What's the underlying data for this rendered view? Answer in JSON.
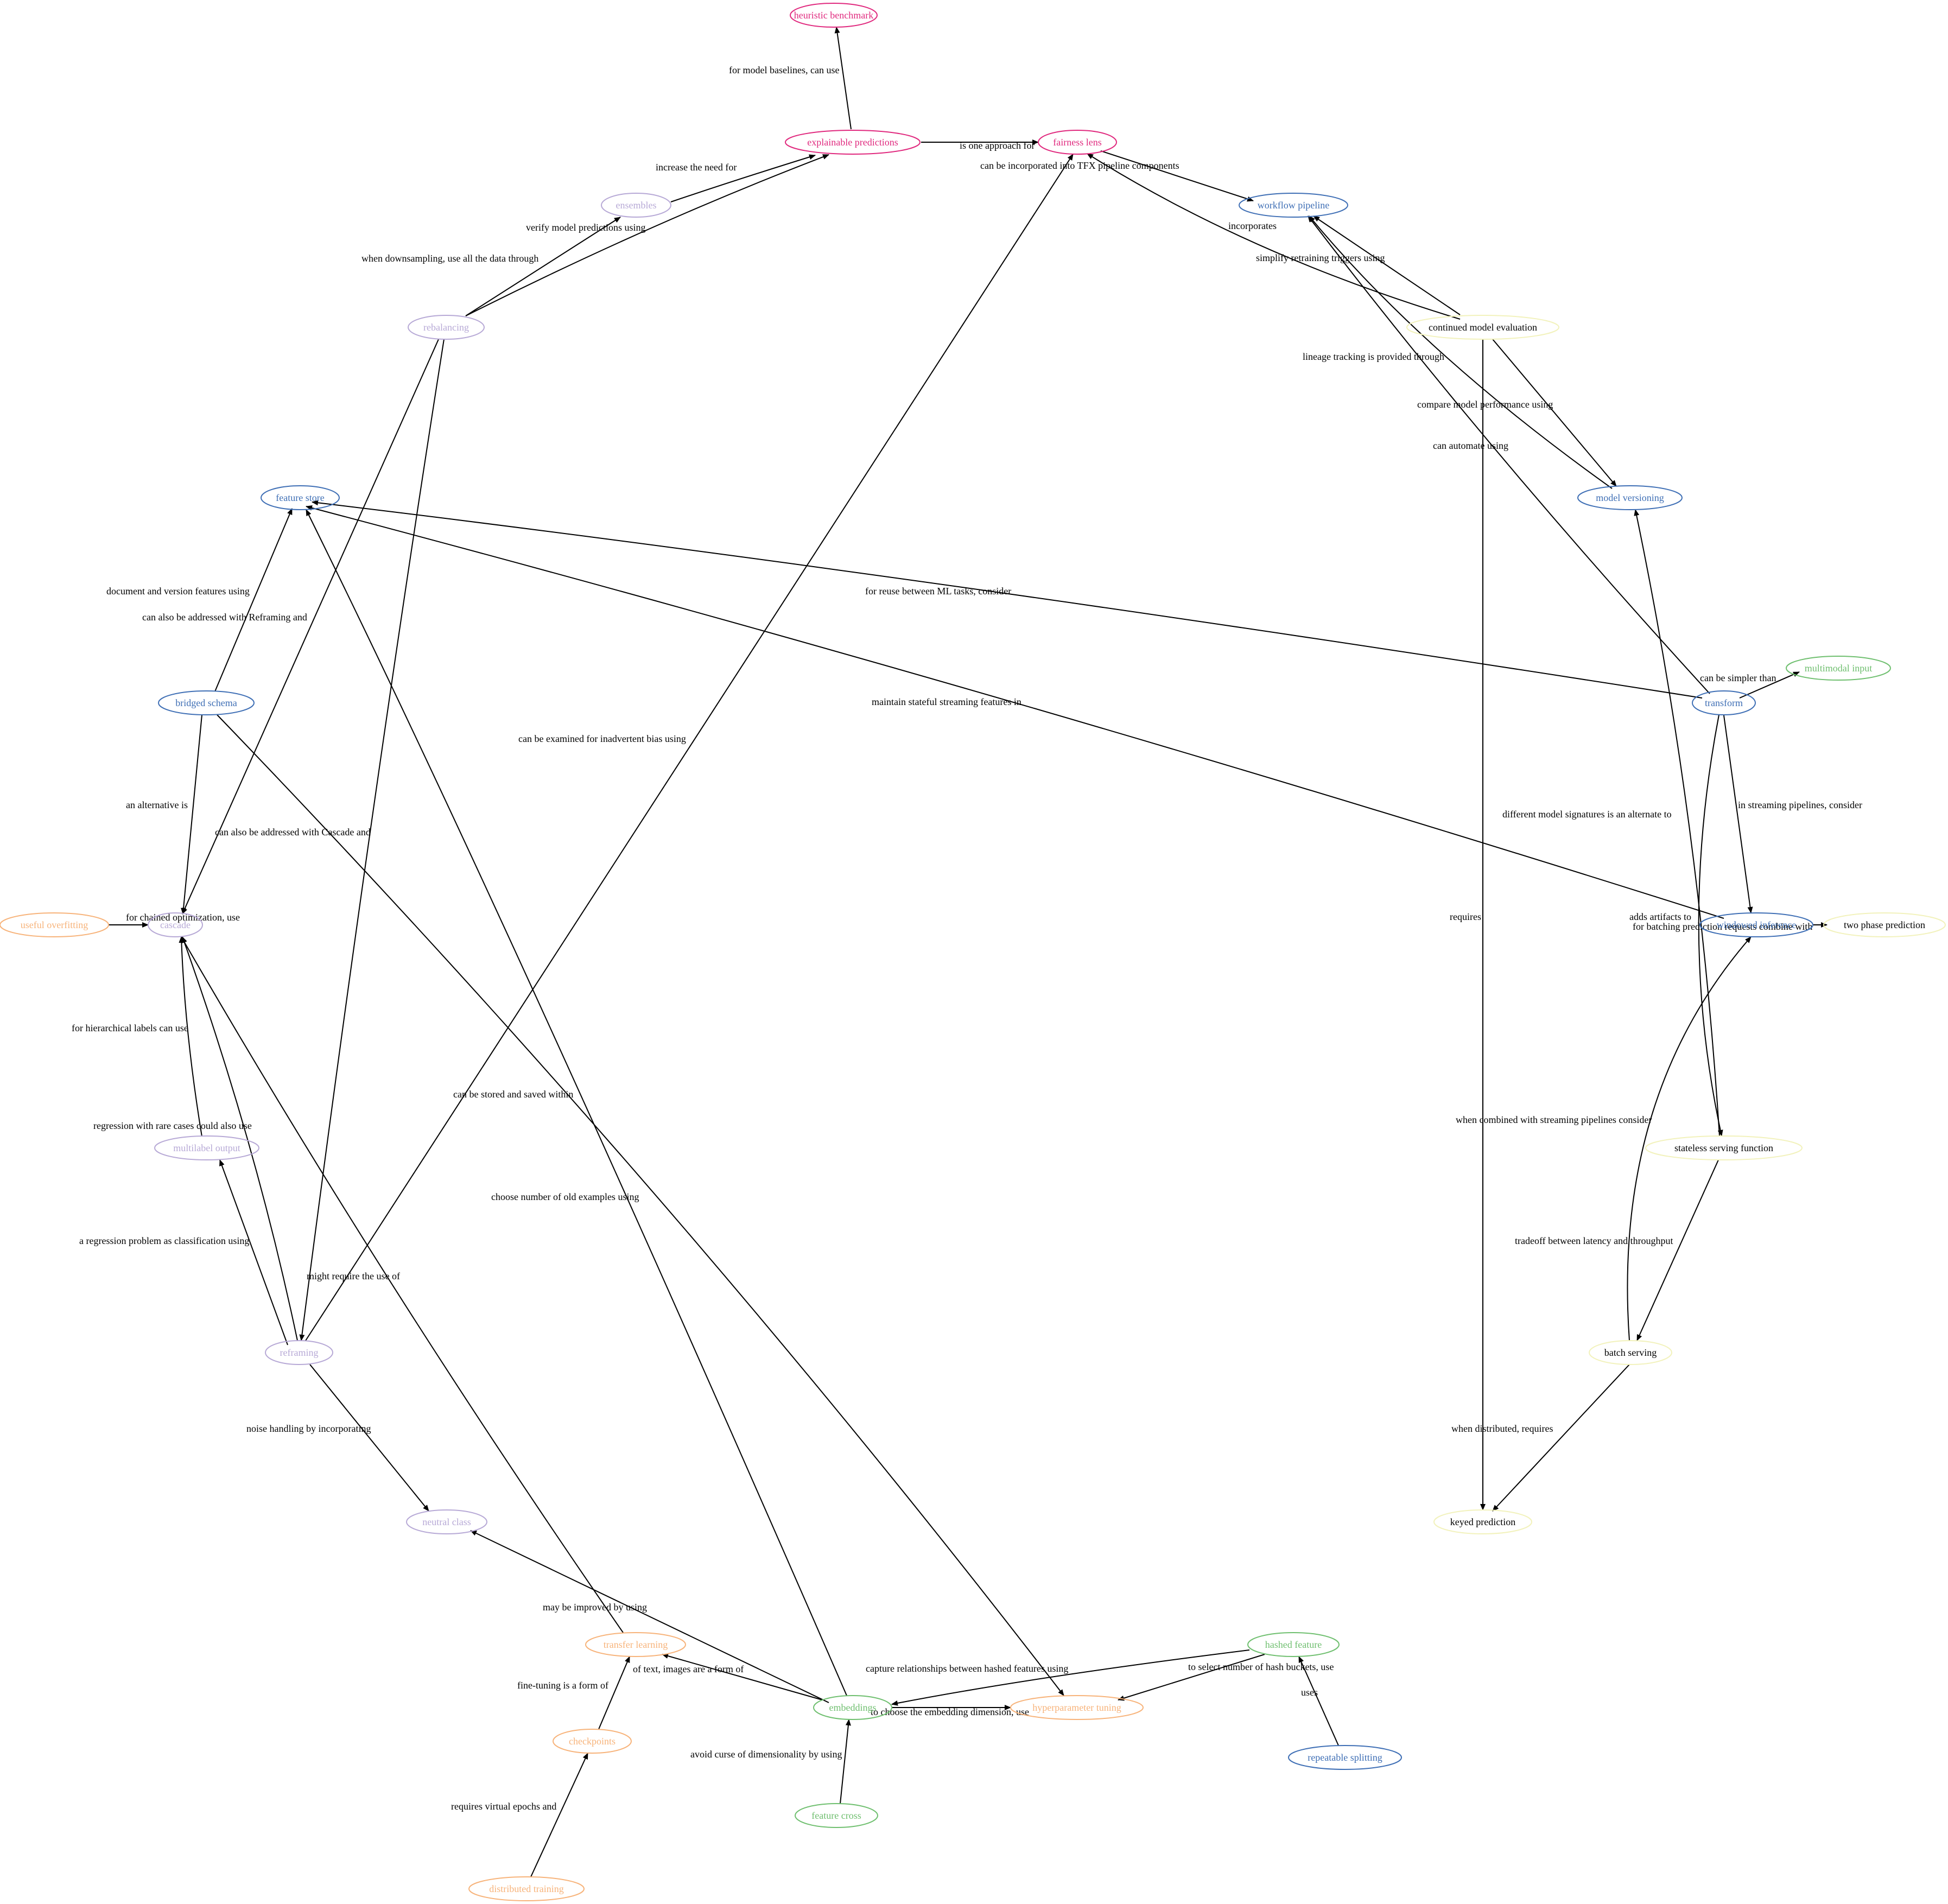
{
  "colors": {
    "pink": "#e0297e",
    "blue": "#3f6fb5",
    "lavender": "#b7a9d6",
    "green": "#6fbf6f",
    "orange": "#f7b37a",
    "yellow": "#f2f2bc",
    "edge": "#000000"
  },
  "nodes": [
    {
      "id": "heuristic-benchmark",
      "label": "heuristic benchmark",
      "group": "pink"
    },
    {
      "id": "explainable-predictions",
      "label": "explainable predictions",
      "group": "pink"
    },
    {
      "id": "fairness-lens",
      "label": "fairness lens",
      "group": "pink"
    },
    {
      "id": "workflow-pipeline",
      "label": "workflow pipeline",
      "group": "blue"
    },
    {
      "id": "ensembles",
      "label": "ensembles",
      "group": "lavender"
    },
    {
      "id": "rebalancing",
      "label": "rebalancing",
      "group": "lavender"
    },
    {
      "id": "continued-model-evaluation",
      "label": "continued model evaluation",
      "group": "yellow"
    },
    {
      "id": "feature-store",
      "label": "feature store",
      "group": "blue"
    },
    {
      "id": "model-versioning",
      "label": "model versioning",
      "group": "blue"
    },
    {
      "id": "multimodal-input",
      "label": "multimodal input",
      "group": "green"
    },
    {
      "id": "bridged-schema",
      "label": "bridged schema",
      "group": "blue"
    },
    {
      "id": "transform",
      "label": "transform",
      "group": "blue"
    },
    {
      "id": "useful-overfitting",
      "label": "useful overfitting",
      "group": "orange"
    },
    {
      "id": "cascade",
      "label": "cascade",
      "group": "lavender"
    },
    {
      "id": "windowed-inference",
      "label": "windowed inference",
      "group": "blue"
    },
    {
      "id": "two-phase-prediction",
      "label": "two phase prediction",
      "group": "yellow"
    },
    {
      "id": "multilabel-output",
      "label": "multilabel output",
      "group": "lavender"
    },
    {
      "id": "stateless-serving-function",
      "label": "stateless serving function",
      "group": "yellow"
    },
    {
      "id": "reframing",
      "label": "reframing",
      "group": "lavender"
    },
    {
      "id": "batch-serving",
      "label": "batch serving",
      "group": "yellow"
    },
    {
      "id": "neutral-class",
      "label": "neutral class",
      "group": "lavender"
    },
    {
      "id": "keyed-prediction",
      "label": "keyed prediction",
      "group": "yellow"
    },
    {
      "id": "transfer-learning",
      "label": "transfer learning",
      "group": "orange"
    },
    {
      "id": "hashed-feature",
      "label": "hashed feature",
      "group": "green"
    },
    {
      "id": "embeddings",
      "label": "embeddings",
      "group": "green"
    },
    {
      "id": "hyperparameter-tuning",
      "label": "hyperparameter tuning",
      "group": "orange"
    },
    {
      "id": "checkpoints",
      "label": "checkpoints",
      "group": "orange"
    },
    {
      "id": "repeatable-splitting",
      "label": "repeatable splitting",
      "group": "blue"
    },
    {
      "id": "feature-cross",
      "label": "feature cross",
      "group": "green"
    },
    {
      "id": "distributed-training",
      "label": "distributed training",
      "group": "orange"
    }
  ],
  "edges": [
    {
      "from": "explainable-predictions",
      "to": "heuristic-benchmark",
      "label": "for model baselines, can use"
    },
    {
      "from": "explainable-predictions",
      "to": "fairness-lens",
      "label": "is one approach for"
    },
    {
      "from": "ensembles",
      "to": "explainable-predictions",
      "label": "increase the need for"
    },
    {
      "from": "rebalancing",
      "to": "ensembles",
      "label": "verify model predictions using"
    },
    {
      "from": "rebalancing",
      "to": "explainable-predictions",
      "label": "when downsampling, use all the data through"
    },
    {
      "from": "fairness-lens",
      "to": "workflow-pipeline",
      "label": "can be incorporated into TFX pipeline components"
    },
    {
      "from": "continued-model-evaluation",
      "to": "fairness-lens",
      "label": "incorporates"
    },
    {
      "from": "continued-model-evaluation",
      "to": "workflow-pipeline",
      "label": "simplify retraining triggers using"
    },
    {
      "from": "model-versioning",
      "to": "workflow-pipeline",
      "label": "lineage tracking is provided through"
    },
    {
      "from": "continued-model-evaluation",
      "to": "model-versioning",
      "label": "compare model performance using"
    },
    {
      "from": "transform",
      "to": "workflow-pipeline",
      "label": "can automate using"
    },
    {
      "from": "continued-model-evaluation",
      "to": "keyed-prediction",
      "label": "requires"
    },
    {
      "from": "transform",
      "to": "feature-store",
      "label": "for reuse between ML tasks, consider"
    },
    {
      "from": "bridged-schema",
      "to": "feature-store",
      "label": "document and version features using"
    },
    {
      "from": "rebalancing",
      "to": "cascade",
      "label": "can also be addressed with Reframing and"
    },
    {
      "from": "transform",
      "to": "multimodal-input",
      "label": "can be simpler than"
    },
    {
      "from": "windowed-inference",
      "to": "feature-store",
      "label": "maintain stateful streaming features in"
    },
    {
      "from": "reframing",
      "to": "fairness-lens",
      "label": "can be examined for inadvertent bias using"
    },
    {
      "from": "bridged-schema",
      "to": "cascade",
      "label": "an alternative is"
    },
    {
      "from": "rebalancing",
      "to": "reframing",
      "label": "can also be addressed with Cascade and"
    },
    {
      "from": "transform",
      "to": "windowed-inference",
      "label": "in streaming pipelines, consider"
    },
    {
      "from": "stateless-serving-function",
      "to": "model-versioning",
      "label": "different model signatures is an alternate to"
    },
    {
      "from": "useful-overfitting",
      "to": "cascade",
      "label": "for chained optimization, use"
    },
    {
      "from": "transform",
      "to": "stateless-serving-function",
      "label": "adds artifacts to"
    },
    {
      "from": "windowed-inference",
      "to": "two-phase-prediction",
      "label": "for batching prediction requests combine with"
    },
    {
      "from": "multilabel-output",
      "to": "cascade",
      "label": "for hierarchical labels can use"
    },
    {
      "from": "embeddings",
      "to": "feature-store",
      "label": "can be stored and saved within"
    },
    {
      "from": "reframing",
      "to": "cascade",
      "label": "regression with rare cases could also use"
    },
    {
      "from": "batch-serving",
      "to": "windowed-inference",
      "label": "when combined with streaming pipelines consider"
    },
    {
      "from": "bridged-schema",
      "to": "hyperparameter-tuning",
      "label": "choose number of old examples using"
    },
    {
      "from": "reframing",
      "to": "multilabel-output",
      "label": "a regression problem as classification using"
    },
    {
      "from": "stateless-serving-function",
      "to": "batch-serving",
      "label": "tradeoff between latency and throughput"
    },
    {
      "from": "transfer-learning",
      "to": "cascade",
      "label": "might require the use of"
    },
    {
      "from": "reframing",
      "to": "neutral-class",
      "label": "noise handling by incorporating"
    },
    {
      "from": "batch-serving",
      "to": "keyed-prediction",
      "label": "when distributed, requires"
    },
    {
      "from": "embeddings",
      "to": "neutral-class",
      "label": "may be improved by using"
    },
    {
      "from": "hashed-feature",
      "to": "embeddings",
      "label": "capture relationships between hashed features using"
    },
    {
      "from": "hashed-feature",
      "to": "hyperparameter-tuning",
      "label": "to select number of hash buckets, use"
    },
    {
      "from": "embeddings",
      "to": "transfer-learning",
      "label": "of text, images are a form of"
    },
    {
      "from": "checkpoints",
      "to": "transfer-learning",
      "label": "fine-tuning is a form of"
    },
    {
      "from": "repeatable-splitting",
      "to": "hashed-feature",
      "label": "uses"
    },
    {
      "from": "embeddings",
      "to": "hyperparameter-tuning",
      "label": "to choose the embedding dimension, use"
    },
    {
      "from": "feature-cross",
      "to": "embeddings",
      "label": "avoid curse of dimensionality by using"
    },
    {
      "from": "distributed-training",
      "to": "checkpoints",
      "label": "requires virtual epochs and"
    }
  ]
}
